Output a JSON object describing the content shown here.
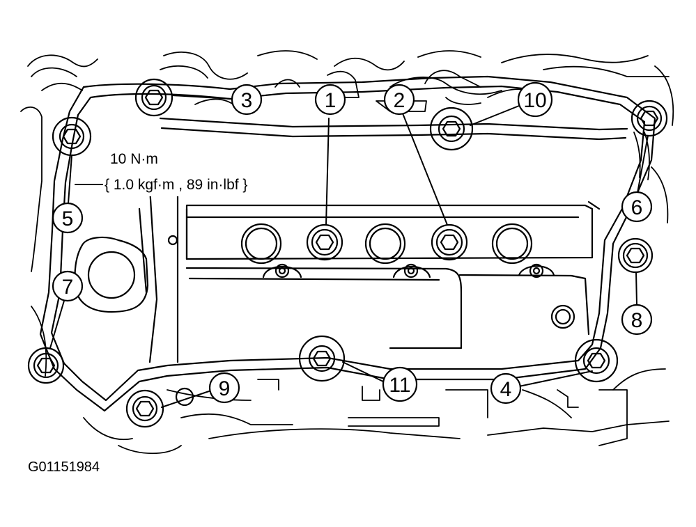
{
  "figure_id": "G01151984",
  "torque_spec": {
    "line1": "10 N·m",
    "line2": "{ 1.0 kgf·m , 89 in·lbf }"
  },
  "callouts": [
    {
      "id": "1",
      "label": "1"
    },
    {
      "id": "2",
      "label": "2"
    },
    {
      "id": "3",
      "label": "3"
    },
    {
      "id": "4",
      "label": "4"
    },
    {
      "id": "5",
      "label": "5"
    },
    {
      "id": "6",
      "label": "6"
    },
    {
      "id": "7",
      "label": "7"
    },
    {
      "id": "8",
      "label": "8"
    },
    {
      "id": "9",
      "label": "9"
    },
    {
      "id": "10",
      "label": "10"
    },
    {
      "id": "11",
      "label": "11"
    }
  ],
  "colors": {
    "ink": "#000000",
    "background": "#ffffff"
  }
}
